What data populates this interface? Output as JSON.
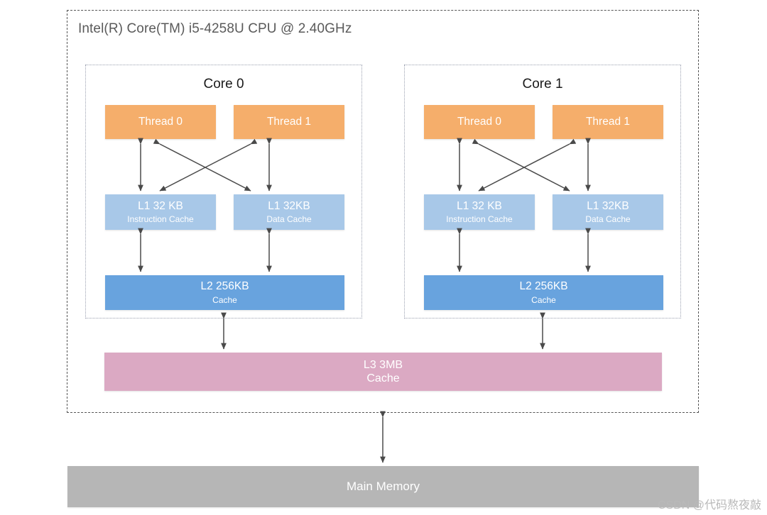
{
  "cpu": {
    "title": "Intel(R) Core(TM) i5-4258U CPU @ 2.40GHz",
    "cores": [
      {
        "title": "Core 0",
        "threads": [
          {
            "label": "Thread 0"
          },
          {
            "label": "Thread 1"
          }
        ],
        "l1_caches": [
          {
            "size": "L1 32 KB",
            "kind": "Instruction Cache"
          },
          {
            "size": "L1 32KB",
            "kind": "Data Cache"
          }
        ],
        "l2_cache": {
          "size": "L2 256KB",
          "kind": "Cache"
        }
      },
      {
        "title": "Core 1",
        "threads": [
          {
            "label": "Thread 0"
          },
          {
            "label": "Thread 1"
          }
        ],
        "l1_caches": [
          {
            "size": "L1 32 KB",
            "kind": "Instruction Cache"
          },
          {
            "size": "L1 32KB",
            "kind": "Data Cache"
          }
        ],
        "l2_cache": {
          "size": "L2 256KB",
          "kind": "Cache"
        }
      }
    ],
    "l3_cache": {
      "size": "L3 3MB",
      "kind": "Cache"
    }
  },
  "main_memory": {
    "label": "Main Memory"
  },
  "watermark": {
    "text": "CSDN @代码熬夜敲"
  },
  "colors": {
    "thread": "#f5ae6b",
    "l1": "#a8c8e8",
    "l2": "#68a3de",
    "l3": "#dba9c3",
    "memory": "#b6b6b6",
    "arrow": "#4a4a4a",
    "cpu_border": "#555555",
    "core_border": "#9aa0b0",
    "title_text": "#5a5a5a"
  }
}
